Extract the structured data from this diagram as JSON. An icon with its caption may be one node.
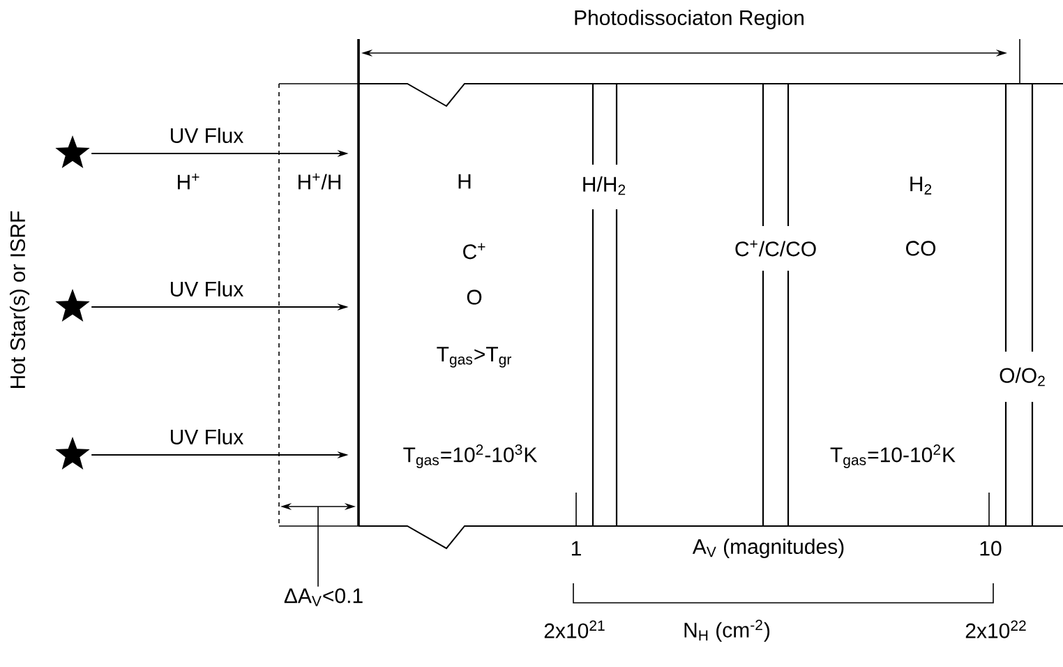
{
  "diagram": {
    "nodes": [
      {
        "text": [],
        "shape": "star"
      },
      {
        "text": [],
        "shape": "star"
      },
      {
        "text": [],
        "shape": "star"
      },
      {
        "text": [],
        "shape": "box"
      },
      {
        "text": [
          "ΔA$_{V}$<0.1"
        ]
      }
    ],
    "edges": [
      {
        "from": 0,
        "to": 3,
        "arrow": "to",
        "label": "UV Flux"
      },
      {
        "from": 1,
        "to": 3,
        "arrow": "to",
        "label": "UV Flux"
      },
      {
        "from": 2,
        "to": 3,
        "arrow": "to",
        "label": "UV Flux"
      },
      {
        "from": 4,
        "to": null,
        "arrow": "none"
      }
    ],
    "labels": [
      "Photodissociaton Region",
      "Hot Star(s) or ISRF",
      "H$^{+}$",
      "H$^{+}$/H",
      "H",
      "H/H$_{2}$",
      "H$_{2}$",
      "C$^{+}$",
      "C$^{+}$/C/CO",
      "CO",
      "O",
      "T$_{gas}$>T$_{gr}$",
      "O/O$_{2}$",
      "T$_{gas}$=10$^{2}$-10$^{3}$K",
      "T$_{gas}$=10-10$^{2}$K",
      "1",
      "A$_{V}$ (magnitudes)",
      "10",
      "2x10$^{21}$",
      "N$_{H}$ (cm$^{-2}$)",
      "2x10$^{22}$"
    ]
  }
}
